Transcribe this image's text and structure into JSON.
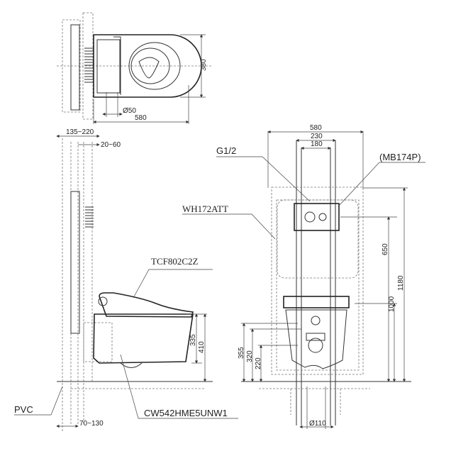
{
  "top_view": {
    "dim_width": "380",
    "dim_outlet": "Ø50",
    "dim_length": "580"
  },
  "side_view": {
    "dim_wall": "135~220",
    "dim_gap": "20~60",
    "dim_height_bowl": "335",
    "dim_height_total": "410",
    "dim_pipe_offset": "70~130",
    "label_seat": "TCF802C2Z",
    "label_pvc": "PVC",
    "label_bowl": "CW542HME5UNW1"
  },
  "front_view": {
    "dim_frame_width": "580",
    "dim_230": "230",
    "dim_180": "180",
    "dim_650": "650",
    "dim_1180": "1180",
    "dim_1000": "1000",
    "dim_355": "355",
    "dim_320": "320",
    "dim_220": "220",
    "dim_outlet": "Ø110",
    "label_water": "G1/2",
    "label_plate": "(MB174P)",
    "label_frame": "WH172ATT"
  }
}
